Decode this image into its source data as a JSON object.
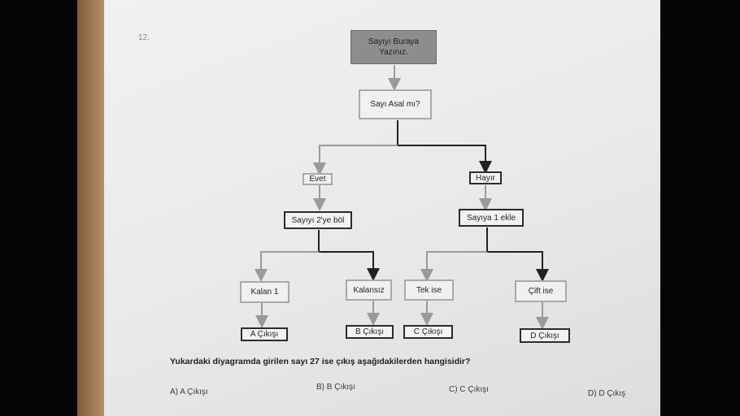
{
  "question_number": "12.",
  "diagram": {
    "start": "Sayıyı Buraya Yazınız.",
    "decision": "Sayı Asal mı?",
    "yes": "Evet",
    "no": "Hayır",
    "divide": "Sayıyı 2'ye böl",
    "add": "Sayıya 1 ekle",
    "remainder1": "Kalan 1",
    "no_remainder": "Kalansız",
    "odd": "Tek ise",
    "even": "Çift ise",
    "out_a": "A  Çıkışı",
    "out_b": "B  Çıkışı",
    "out_c": "C  Çıkışı",
    "out_d": "D  Çıkışı"
  },
  "question_text": "Yukardaki diyagramda girilen sayı 27 ise çıkış aşağıdakilerden hangisidir?",
  "options": [
    "A)  A  Çıkışı",
    "B)  B  Çıkışı",
    "C)  C  Çıkışı",
    "D)  D  Çıkış"
  ]
}
